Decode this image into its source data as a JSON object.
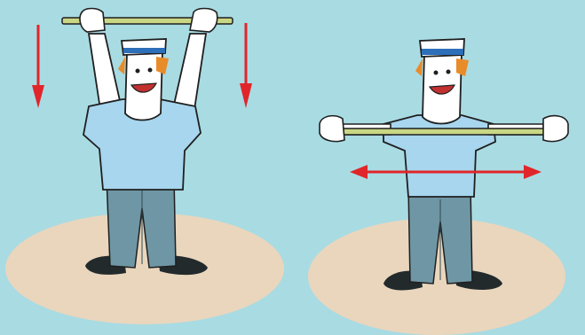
{
  "colors": {
    "background": "#a9dbe3",
    "floor": "#e9d6bd",
    "shirt": "#a7d6ee",
    "pants": "#6f96a4",
    "shoes": "#222a2c",
    "bar": "#c9d784",
    "arrow": "#e0262a",
    "hair": "#e88c2a",
    "cap": "#2d6fb8",
    "outline": "#1f1f1f"
  },
  "figures": [
    {
      "pose": "overhead-press",
      "arrows": "down",
      "arrow_icon": "arrow-down-icon"
    },
    {
      "pose": "chest-level-bar",
      "arrows": "horizontal",
      "arrow_icon": "double-arrow-icon"
    }
  ]
}
